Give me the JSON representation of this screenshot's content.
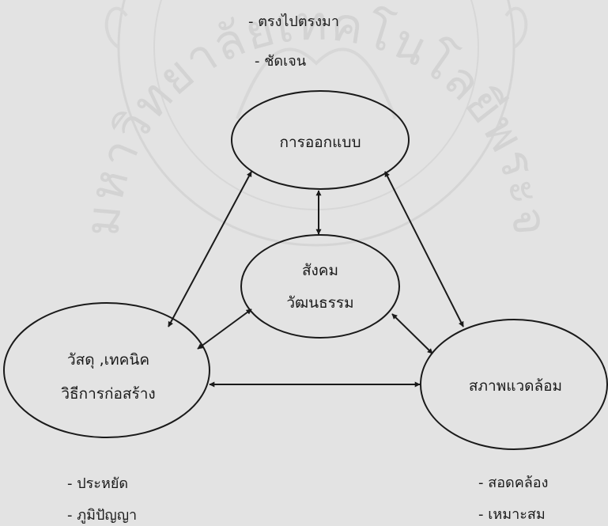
{
  "nodes": {
    "design": {
      "lines": [
        "การออกแบบ"
      ]
    },
    "society": {
      "lines": [
        "สังคม",
        "วัฒนธรรม"
      ]
    },
    "materials": {
      "lines": [
        "วัสดุ ,เทคนิค",
        "วิธีการก่อสร้าง"
      ]
    },
    "environment": {
      "lines": [
        "สภาพแวดล้อม"
      ]
    }
  },
  "notes": {
    "design": [
      "- ตรงไปตรงมา",
      "- ชัดเจน"
    ],
    "materials": [
      "- ประหยัด",
      "- ภูมิปัญญา"
    ],
    "environment": [
      "- สอดคล้อง",
      "- เหมาะสม"
    ]
  },
  "watermark": {
    "text": "มหาวิทยาลัยเทคโนโลยีพระจอมเกล้าเจ้าคุณทหารลาดกระบัง",
    "color": "#c9c9c9"
  },
  "colors": {
    "background": "#e3e3e3",
    "stroke": "#1a1a1a"
  }
}
